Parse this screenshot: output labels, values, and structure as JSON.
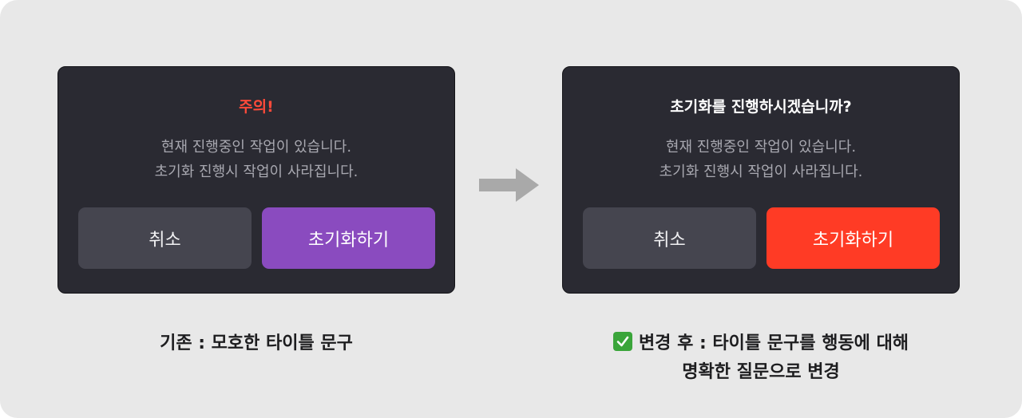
{
  "before": {
    "dialog": {
      "title": "주의!",
      "title_color": "#ff4a3a",
      "body_lines": [
        "현재 진행중인 작업이 있습니다.",
        "초기화 진행시 작업이 사라집니다."
      ],
      "cancel_label": "취소",
      "confirm_label": "초기화하기",
      "confirm_color": "#8a4bbf"
    },
    "caption": "기존 : 모호한 타이틀 문구"
  },
  "after": {
    "dialog": {
      "title": "초기화를 진행하시겠습니까?",
      "title_color": "#ffffff",
      "body_lines": [
        "현재 진행중인 작업이 있습니다.",
        "초기화 진행시 작업이 사라집니다."
      ],
      "cancel_label": "취소",
      "confirm_label": "초기화하기",
      "confirm_color": "#ff3b25"
    },
    "caption_lines": [
      "변경 후 : 타이틀 문구를 행동에 대해",
      "명확한 질문으로 변경"
    ]
  },
  "icons": {
    "transition_arrow": "arrow-right-icon",
    "check": "check-mark-icon"
  },
  "colors": {
    "canvas_bg": "#e8e8e8",
    "dialog_bg": "#2a2a32",
    "cancel_bg": "#45454f",
    "body_text": "#a8a8b0"
  }
}
